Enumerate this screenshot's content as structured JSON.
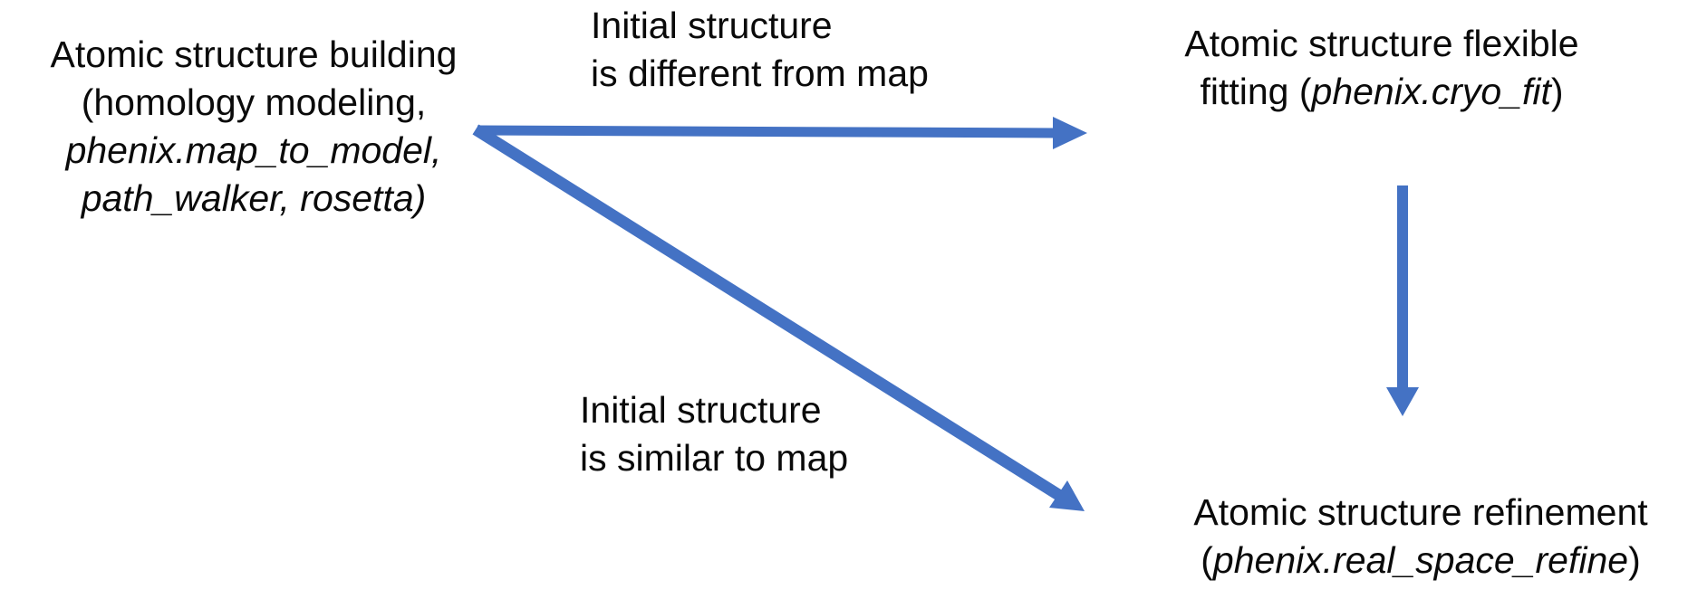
{
  "colors": {
    "accent": "#4472C4",
    "text": "#0a0a0a",
    "background": "#ffffff"
  },
  "nodes": {
    "building": {
      "line1": "Atomic structure building",
      "line2": "(homology modeling,",
      "line3": "phenix.map_to_model,",
      "line4": "path_walker, rosetta)"
    },
    "fitting": {
      "line1": "Atomic structure flexible",
      "line2_prefix": "fitting (",
      "line2_italic": "phenix.cryo_fit",
      "line2_suffix": ")"
    },
    "refinement": {
      "line1": "Atomic structure refinement",
      "line2_prefix": "(",
      "line2_italic": "phenix.real_space_refine",
      "line2_suffix": ")"
    }
  },
  "labels": {
    "different": {
      "line1": "Initial structure",
      "line2": "is different from map"
    },
    "similar": {
      "line1": "Initial structure",
      "line2": "is similar to map"
    }
  },
  "arrows": [
    {
      "name": "building-to-fitting",
      "from": "building",
      "to": "fitting",
      "label": "Initial structure is different from map"
    },
    {
      "name": "building-to-refinement",
      "from": "building",
      "to": "refinement",
      "label": "Initial structure is similar to map"
    },
    {
      "name": "fitting-to-refinement",
      "from": "fitting",
      "to": "refinement",
      "label": ""
    }
  ]
}
